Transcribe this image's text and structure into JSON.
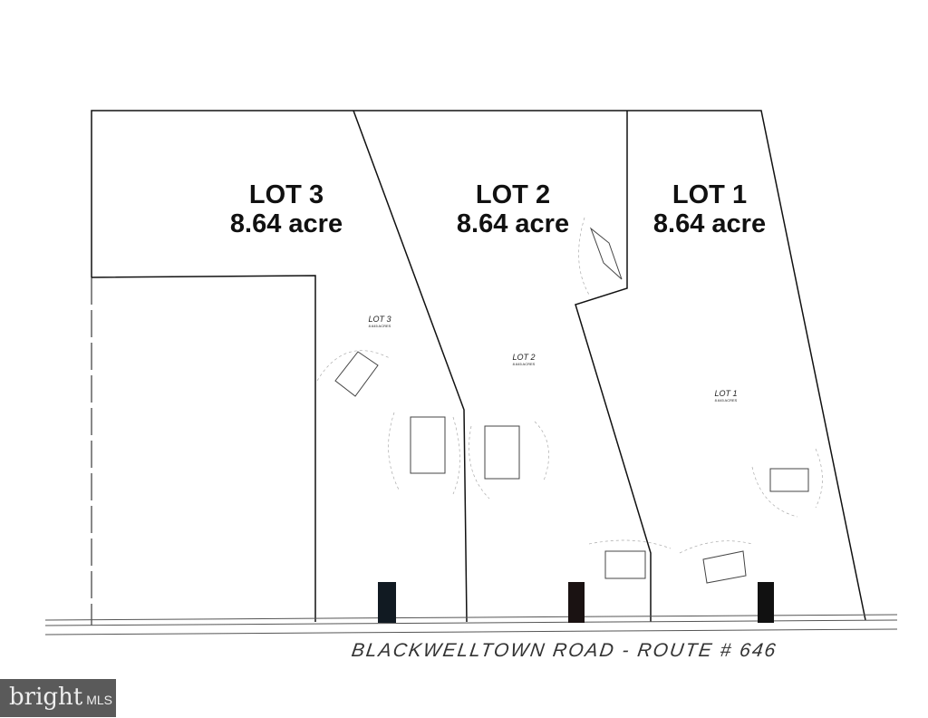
{
  "lots": [
    {
      "title": "LOT 3",
      "area": "8.64 acre",
      "plat_label": "LOT 3",
      "plat_area": "8.645 ACRES"
    },
    {
      "title": "LOT 2",
      "area": "8.64 acre",
      "plat_label": "LOT 2",
      "plat_area": "8.645 ACRES"
    },
    {
      "title": "LOT 1",
      "area": "8.64 acre",
      "plat_label": "LOT 1",
      "plat_area": "8.645 ACRES"
    }
  ],
  "road": "BLACKWELLTOWN ROAD - ROUTE # 646",
  "logo": {
    "brand": "bright",
    "suffix": "MLS"
  }
}
